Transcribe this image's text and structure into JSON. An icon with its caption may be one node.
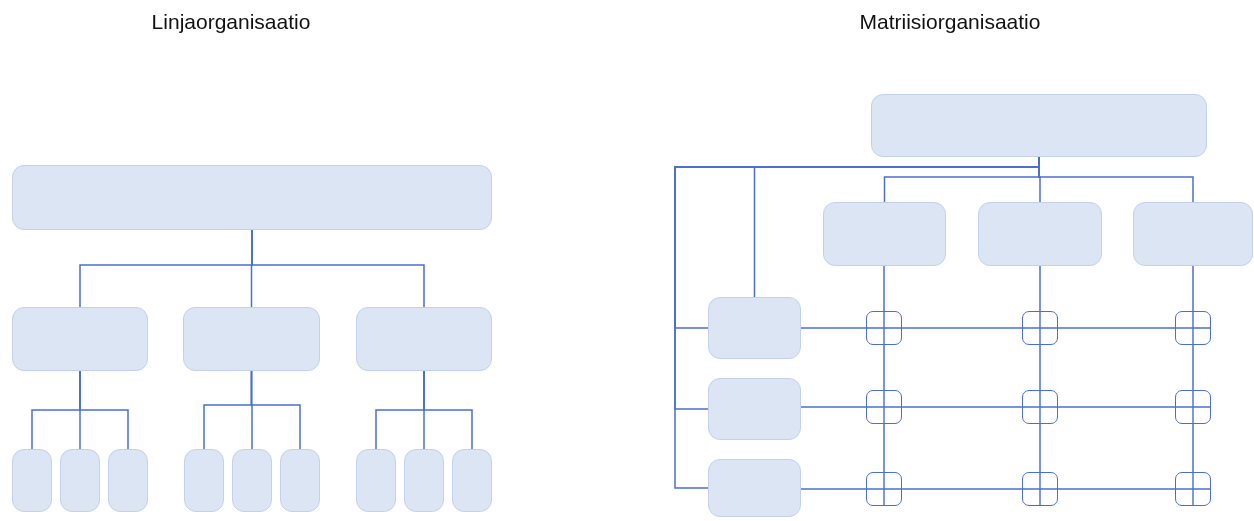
{
  "diagram": {
    "nodes": [
      {
        "text": [],
        "shape": "box"
      },
      {
        "text": [],
        "shape": "box"
      },
      {
        "text": [],
        "shape": "box"
      },
      {
        "text": [],
        "shape": "box"
      },
      {
        "text": [],
        "shape": "box"
      },
      {
        "text": [],
        "shape": "box"
      },
      {
        "text": [],
        "shape": "box"
      },
      {
        "text": [],
        "shape": "box"
      },
      {
        "text": [],
        "shape": "box"
      },
      {
        "text": [],
        "shape": "box"
      },
      {
        "text": [],
        "shape": "box"
      },
      {
        "text": [],
        "shape": "box"
      },
      {
        "text": [],
        "shape": "box"
      },
      {
        "text": [],
        "shape": "box"
      },
      {
        "text": [],
        "shape": "box"
      },
      {
        "text": [],
        "shape": "box"
      },
      {
        "text": [],
        "shape": "box"
      },
      {
        "text": [],
        "shape": "box"
      },
      {
        "text": [],
        "shape": "box"
      },
      {
        "text": [],
        "shape": "box"
      },
      {
        "text": [],
        "shape": "box"
      },
      {
        "text": [],
        "shape": "box"
      },
      {
        "text": [],
        "shape": "box"
      },
      {
        "text": [],
        "shape": "box"
      },
      {
        "text": [],
        "shape": "box"
      },
      {
        "text": [],
        "shape": "box"
      },
      {
        "text": [],
        "shape": "box"
      },
      {
        "text": [],
        "shape": "box"
      },
      {
        "text": [],
        "shape": "box"
      }
    ],
    "edges": [
      {
        "from": 0,
        "to": 1,
        "arrow": "none"
      },
      {
        "from": 0,
        "to": 2,
        "arrow": "none"
      },
      {
        "from": 0,
        "to": 3,
        "arrow": "none"
      },
      {
        "from": 1,
        "to": 4,
        "arrow": "none"
      },
      {
        "from": 1,
        "to": 5,
        "arrow": "none"
      },
      {
        "from": 1,
        "to": 6,
        "arrow": "none"
      },
      {
        "from": 2,
        "to": 7,
        "arrow": "none"
      },
      {
        "from": 2,
        "to": 8,
        "arrow": "none"
      },
      {
        "from": 2,
        "to": 9,
        "arrow": "none"
      },
      {
        "from": 3,
        "to": 10,
        "arrow": "none"
      },
      {
        "from": 3,
        "to": 11,
        "arrow": "none"
      },
      {
        "from": 3,
        "to": 12,
        "arrow": "none"
      },
      {
        "from": 13,
        "to": 17,
        "arrow": "none"
      },
      {
        "from": 13,
        "to": 17,
        "arrow": "none"
      },
      {
        "from": 13,
        "to": 18,
        "arrow": "none"
      },
      {
        "from": 13,
        "to": 19,
        "arrow": "none"
      },
      {
        "from": 13,
        "to": 14,
        "arrow": "none"
      },
      {
        "from": 14,
        "to": 20,
        "arrow": "none"
      },
      {
        "from": 20,
        "to": 23,
        "arrow": "none"
      },
      {
        "from": 23,
        "to": 26,
        "arrow": "none"
      },
      {
        "from": 13,
        "to": 15,
        "arrow": "none"
      },
      {
        "from": 15,
        "to": 21,
        "arrow": "none"
      },
      {
        "from": 21,
        "to": 24,
        "arrow": "none"
      },
      {
        "from": 24,
        "to": 27,
        "arrow": "none"
      },
      {
        "from": 13,
        "to": 16,
        "arrow": "none"
      },
      {
        "from": 16,
        "to": 22,
        "arrow": "none"
      },
      {
        "from": 22,
        "to": 25,
        "arrow": "none"
      },
      {
        "from": 25,
        "to": 28,
        "arrow": "none"
      },
      {
        "from": 17,
        "to": 20,
        "arrow": "none"
      },
      {
        "from": 20,
        "to": 21,
        "arrow": "none"
      },
      {
        "from": 21,
        "to": 22,
        "arrow": "none"
      },
      {
        "from": 18,
        "to": 23,
        "arrow": "none"
      },
      {
        "from": 23,
        "to": 24,
        "arrow": "none"
      },
      {
        "from": 24,
        "to": 25,
        "arrow": "none"
      },
      {
        "from": 19,
        "to": 26,
        "arrow": "none"
      },
      {
        "from": 26,
        "to": 27,
        "arrow": "none"
      },
      {
        "from": 27,
        "to": 28,
        "arrow": "none"
      }
    ],
    "labels": [
      "Linjaorganisaatio",
      "Matriisiorganisaatio"
    ]
  }
}
